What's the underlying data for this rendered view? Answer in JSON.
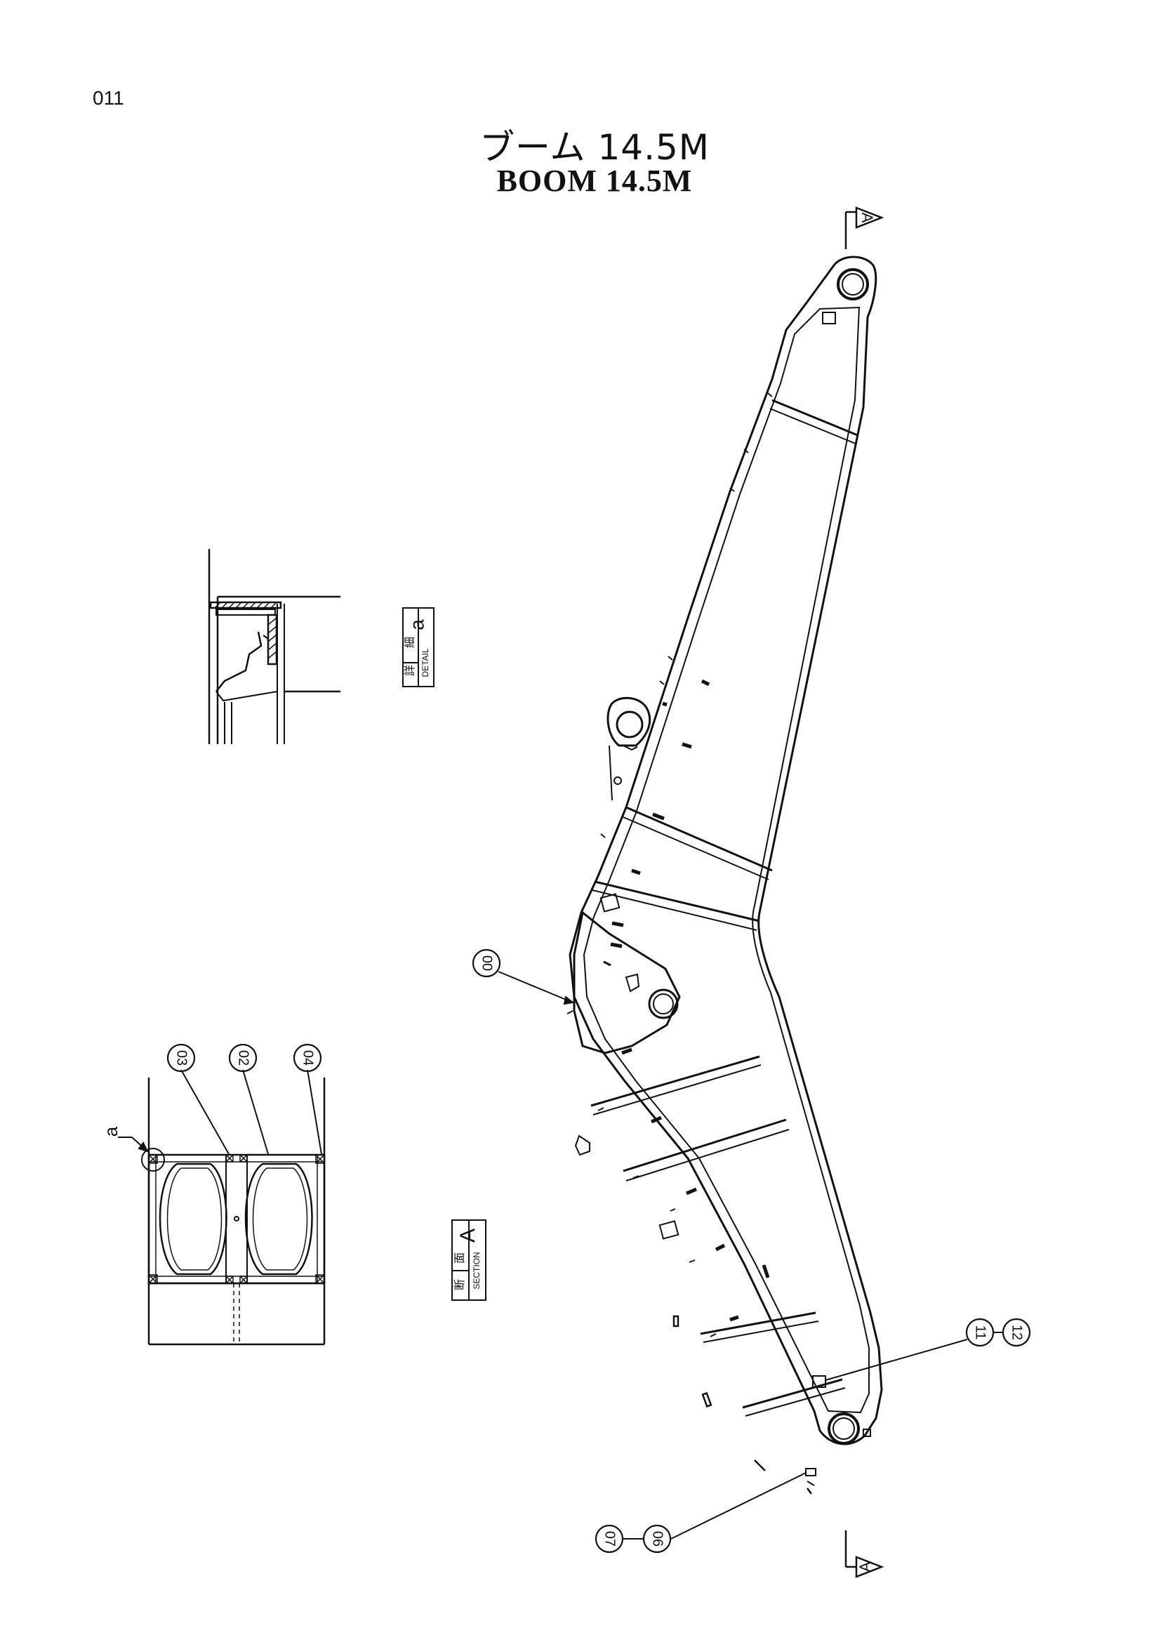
{
  "page": {
    "number": "011"
  },
  "title": {
    "jp": "ブーム 14.5M",
    "en": "BOOM  14.5M"
  },
  "section_marker": {
    "letter": "A"
  },
  "detail_label": {
    "jp1": "詳",
    "jp2": "細",
    "en": "DETAIL",
    "ref": "a"
  },
  "section_label": {
    "jp1": "断",
    "jp2": "面",
    "en": "SECTION",
    "ref": "A"
  },
  "detail_pointer": {
    "letter": "a"
  },
  "callouts": {
    "c00": "00",
    "c02": "02",
    "c03": "03",
    "c04": "04",
    "c06": "06",
    "c07": "07",
    "c11": "11",
    "c12": "12"
  }
}
